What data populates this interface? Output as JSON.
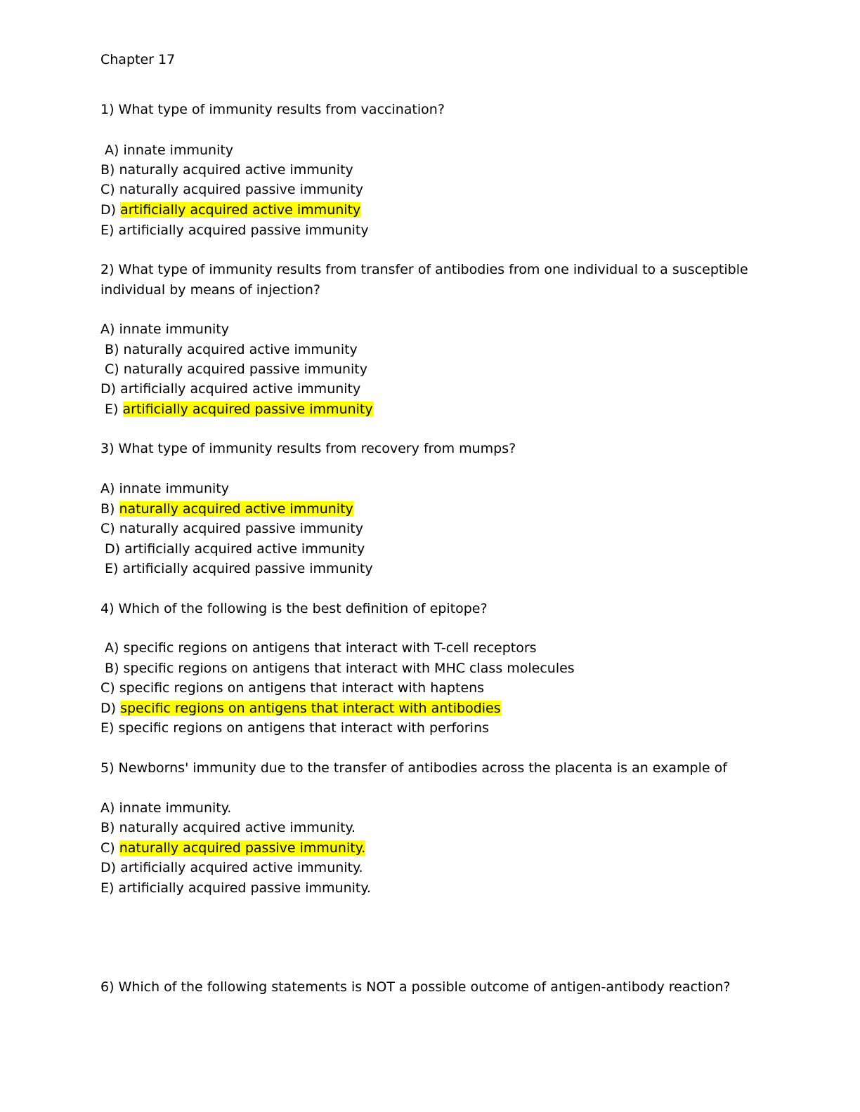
{
  "document": {
    "chapter_title": "Chapter 17",
    "highlight_color": "#ffff00",
    "questions": [
      {
        "number": "1)",
        "lines": [
          "1) What type of immunity results from vaccination?"
        ],
        "options": [
          {
            "prefix": " A) ",
            "text": "innate immunity"
          },
          {
            "prefix": "B) ",
            "text": "naturally acquired active immunity"
          },
          {
            "prefix": "C) ",
            "text": "naturally acquired passive immunity"
          },
          {
            "prefix": "D) ",
            "text": "artificially acquired active immunity",
            "highlighted": true
          },
          {
            "prefix": "E) ",
            "text": "artificially acquired passive immunity"
          }
        ]
      },
      {
        "number": "2)",
        "lines": [
          "2) What type of immunity results from transfer of antibodies from one individual to a susceptible",
          "individual by means of injection?"
        ],
        "options": [
          {
            "prefix": "A) ",
            "text": "innate immunity"
          },
          {
            "prefix": " B) ",
            "text": "naturally acquired active immunity"
          },
          {
            "prefix": " C) ",
            "text": "naturally acquired passive immunity"
          },
          {
            "prefix": "D) ",
            "text": "artificially acquired active immunity"
          },
          {
            "prefix": " E) ",
            "text": "artificially acquired passive immunity",
            "highlighted": true
          }
        ]
      },
      {
        "number": "3)",
        "lines": [
          "3) What type of immunity results from recovery from mumps?"
        ],
        "options": [
          {
            "prefix": "A) ",
            "text": "innate immunity"
          },
          {
            "prefix": "B) ",
            "text": "naturally acquired active immunity",
            "highlighted": true
          },
          {
            "prefix": "C) ",
            "text": "naturally acquired passive immunity"
          },
          {
            "prefix": " D) ",
            "text": "artificially acquired active immunity"
          },
          {
            "prefix": " E) ",
            "text": "artificially acquired passive immunity"
          }
        ]
      },
      {
        "number": "4)",
        "lines": [
          "4) Which of the following is the best definition of epitope?"
        ],
        "options": [
          {
            "prefix": " A) ",
            "text": "specific regions on antigens that interact with T-cell receptors"
          },
          {
            "prefix": " B) ",
            "text": "specific regions on antigens that interact with MHC class molecules"
          },
          {
            "prefix": "C) ",
            "text": "specific regions on antigens that interact with haptens"
          },
          {
            "prefix": "D) ",
            "text": "specific regions on antigens that interact with antibodies",
            "highlighted": true
          },
          {
            "prefix": "E) ",
            "text": "specific regions on antigens that interact with perforins"
          }
        ]
      },
      {
        "number": "5)",
        "lines": [
          "5) Newborns' immunity due to the transfer of antibodies across the placenta is an example of"
        ],
        "options": [
          {
            "prefix": "A) ",
            "text": "innate immunity."
          },
          {
            "prefix": "B) ",
            "text": "naturally acquired active immunity."
          },
          {
            "prefix": "C) ",
            "text": "naturally acquired passive immunity.",
            "highlighted": true
          },
          {
            "prefix": "D) ",
            "text": "artificially acquired active immunity."
          },
          {
            "prefix": "E) ",
            "text": "artificially acquired passive immunity."
          }
        ]
      },
      {
        "number": "6)",
        "lines": [
          "6) Which of the following statements is NOT a possible outcome of antigen-antibody reaction?"
        ],
        "options": []
      }
    ]
  }
}
